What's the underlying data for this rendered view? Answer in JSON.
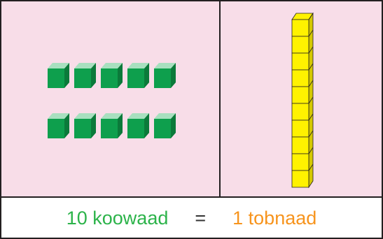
{
  "colors": {
    "panel_fill": "#f8dde8",
    "border": "#231f20",
    "cube_green_front": "#0e9f4d",
    "cube_green_top": "#a8e0bf",
    "cube_green_side": "#0b7a3a",
    "rod_yellow_front": "#fff200",
    "rod_yellow_side": "#d4c800",
    "ones_text": "#2cb34a",
    "tens_text": "#f7941d"
  },
  "diagram": {
    "ones_rows": 2,
    "ones_per_row": 5,
    "ones_count": 10,
    "rod_units": 10
  },
  "caption": {
    "left": "10 koowaad",
    "equals": "=",
    "right": "1 tobnaad"
  }
}
